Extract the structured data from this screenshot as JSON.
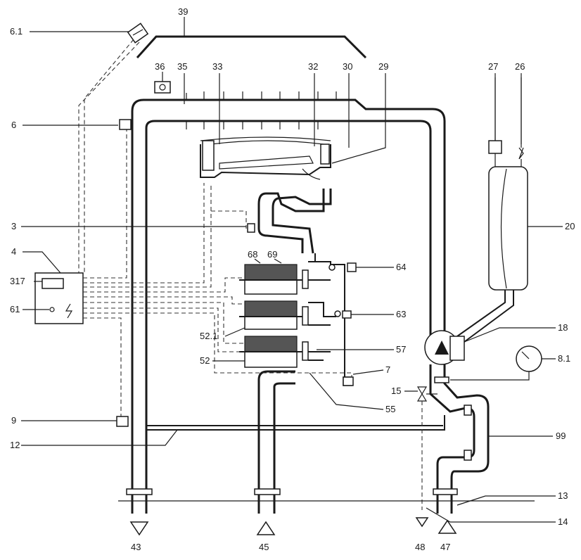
{
  "labels": {
    "l_6_1_top": "6.1",
    "l_39": "39",
    "l_36": "36",
    "l_35": "35",
    "l_33": "33",
    "l_32": "32",
    "l_30": "30",
    "l_29": "29",
    "l_27": "27",
    "l_26": "26",
    "l_6": "6",
    "l_20": "20",
    "l_3": "3",
    "l_4": "4",
    "l_68": "68",
    "l_69": "69",
    "l_64": "64",
    "l_317": "317",
    "l_61": "61",
    "l_63": "63",
    "l_52_1": "52.1",
    "l_18": "18",
    "l_57": "57",
    "l_8_1": "8.1",
    "l_52": "52",
    "l_7": "7",
    "l_15": "15",
    "l_55": "55",
    "l_9": "9",
    "l_12": "12",
    "l_99": "99",
    "l_13": "13",
    "l_14": "14",
    "l_43": "43",
    "l_45": "45",
    "l_48": "48",
    "l_47": "47"
  }
}
